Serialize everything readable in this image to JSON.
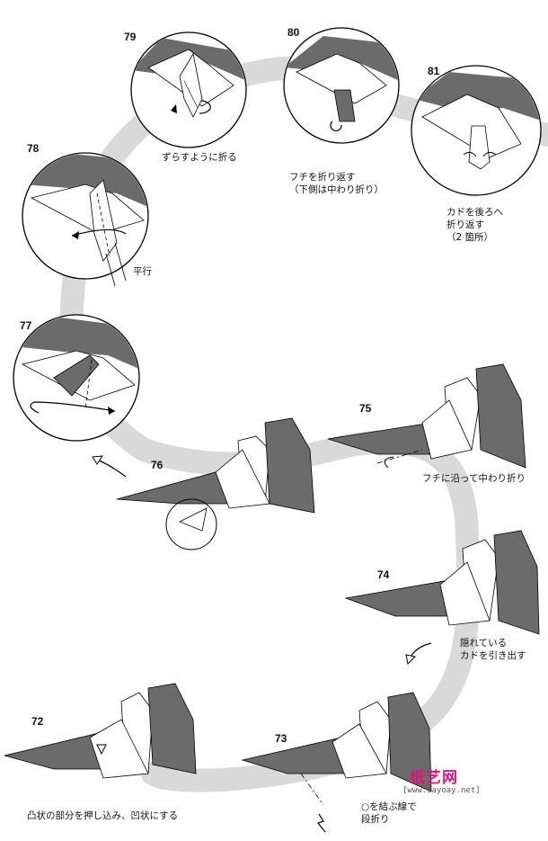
{
  "steps": [
    {
      "number": "72",
      "caption": [
        "凸状の部分を押し込み、凹状にする"
      ]
    },
    {
      "number": "73",
      "caption": [
        "○を結ぶ線で",
        "段折り"
      ]
    },
    {
      "number": "74",
      "caption": [
        "隠れている",
        "カドを引き出す"
      ]
    },
    {
      "number": "75",
      "caption": [
        "フチに沿って中わり折り"
      ]
    },
    {
      "number": "76",
      "caption": []
    },
    {
      "number": "77",
      "caption": []
    },
    {
      "number": "78",
      "caption": [
        "平行"
      ]
    },
    {
      "number": "79",
      "caption": [
        "ずらすように折る"
      ]
    },
    {
      "number": "80",
      "caption": [
        "フチを折り返す",
        "（下側は中わり折り）"
      ]
    },
    {
      "number": "81",
      "caption": [
        "カドを後ろへ",
        "折り返す",
        "（2 箇所）"
      ]
    }
  ],
  "watermark": {
    "site_name": "纸艺网",
    "url": "[www.sayoay.net]"
  },
  "colors": {
    "paper_dark": "#6b6b6b",
    "paper_light": "#ffffff",
    "path_band": "#d9d9d9",
    "watermark": "#e0147a"
  }
}
